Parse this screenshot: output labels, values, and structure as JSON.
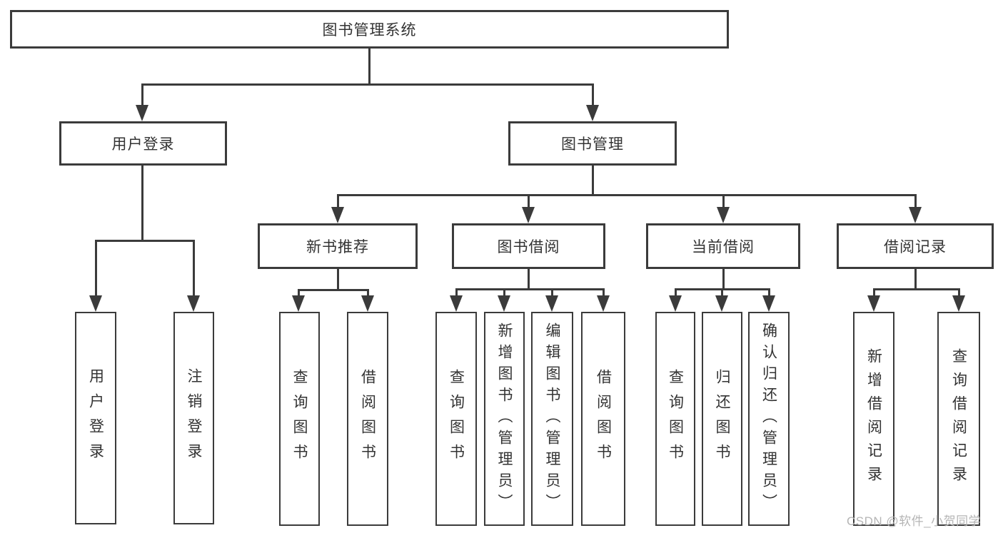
{
  "diagram": {
    "root": {
      "label": "图书管理系统"
    },
    "level2": [
      {
        "label": "用户登录"
      },
      {
        "label": "图书管理"
      }
    ],
    "level3": [
      {
        "label": "新书推荐"
      },
      {
        "label": "图书借阅"
      },
      {
        "label": "当前借阅"
      },
      {
        "label": "借阅记录"
      }
    ],
    "leaves": {
      "user_login": [
        {
          "label": "用户登录"
        },
        {
          "label": "注销登录"
        }
      ],
      "new_book": [
        {
          "label": "查询图书"
        },
        {
          "label": "借阅图书"
        }
      ],
      "book_borrow": [
        {
          "label": "查询图书"
        },
        {
          "label": "新增图书（管理员）"
        },
        {
          "label": "编辑图书（管理员）"
        },
        {
          "label": "借阅图书"
        }
      ],
      "current_borrow": [
        {
          "label": "查询图书"
        },
        {
          "label": "归还图书"
        },
        {
          "label": "确认归还（管理员）"
        }
      ],
      "borrow_record": [
        {
          "label": "新增借阅记录"
        },
        {
          "label": "查询借阅记录"
        }
      ]
    }
  },
  "watermark": {
    "text": "CSDN @软件_小贺同学",
    "color": "#b5b5b5"
  },
  "colors": {
    "line": "#3b3b3b",
    "text": "#333333",
    "background": "#ffffff"
  }
}
